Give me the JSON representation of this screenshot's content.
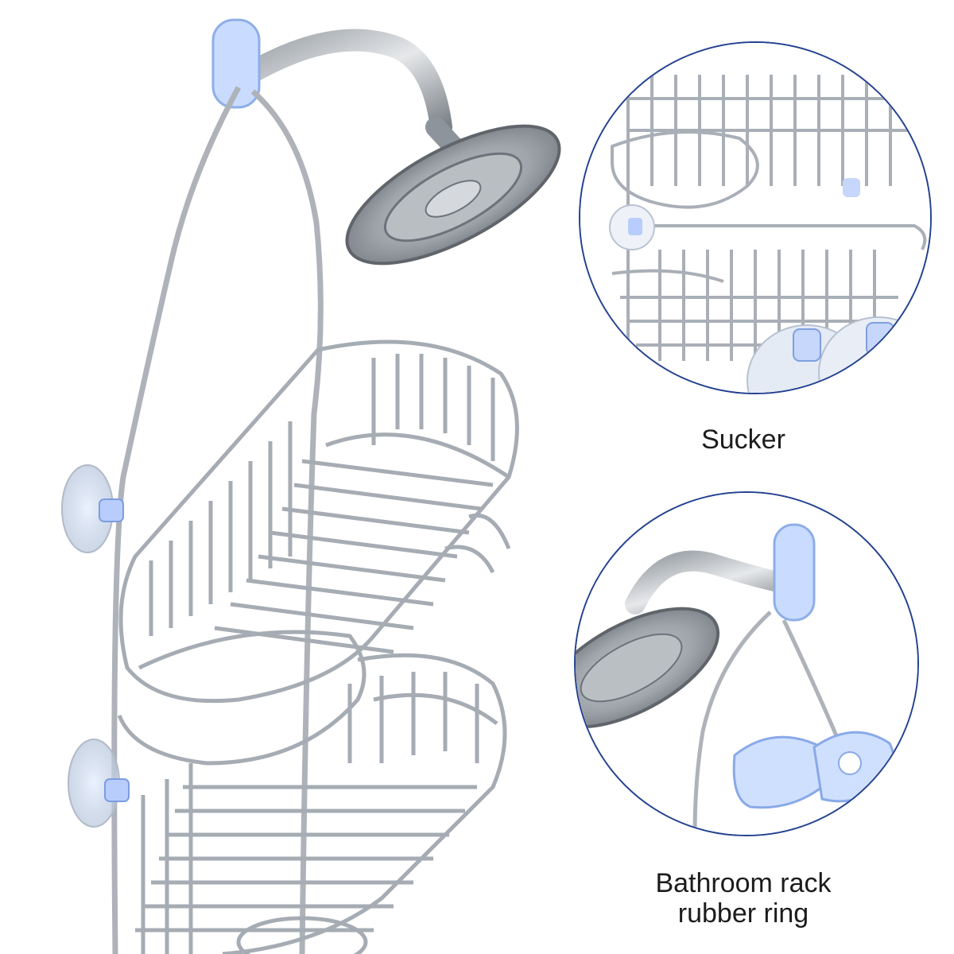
{
  "captions": {
    "sucker": "Sucker",
    "rubber_ring_line1": "Bathroom rack",
    "rubber_ring_line2": "rubber ring"
  },
  "colors": {
    "steel": "#b7bcc2",
    "steel_dark": "#8d949b",
    "rubber_blue": "#c9dcff",
    "circle_border": "#23418f",
    "caption_text": "#1c1c1c"
  },
  "icons": {
    "main": "shower-caddy-product-photo",
    "detail_top": "sucker-detail-photo",
    "detail_bottom": "rubber-ring-detail-photo"
  }
}
